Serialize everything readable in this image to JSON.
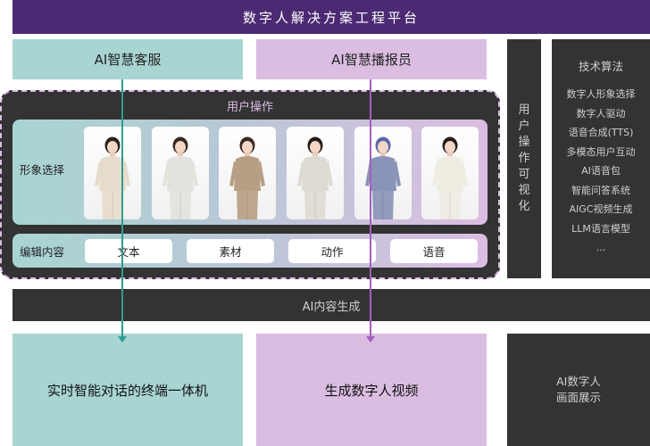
{
  "title": "数字人解决方案工程平台",
  "top_row": {
    "customer_service": "AI智慧客服",
    "broadcaster": "AI智慧播报员"
  },
  "visualization_column": {
    "chars": [
      "用",
      "户",
      "操",
      "作",
      "可",
      "视",
      "化"
    ]
  },
  "algorithms": {
    "heading": "技术算法",
    "items": [
      "数字人形象选择",
      "数字人驱动",
      "语音合成(TTS)",
      "多模态用户互动",
      "AI语音包",
      "智能问答系统",
      "AIGC视频生成",
      "LLM语言模型",
      "..."
    ]
  },
  "user_operation": {
    "title": "用户操作",
    "avatar_select_label": "形象选择",
    "avatars": [
      {
        "name": "avatar-cream-suit-tablet",
        "outfit": "#e6dccd",
        "hair": "#2a211c"
      },
      {
        "name": "avatar-white-suit-fist",
        "outfit": "#e4e2dc",
        "hair": "#3a2a22"
      },
      {
        "name": "avatar-tan-suit-thumbs",
        "outfit": "#b79f86",
        "hair": "#3a2a22"
      },
      {
        "name": "avatar-blouse-gray-skirt",
        "outfit": "#dedbd5",
        "hair": "#241c18"
      },
      {
        "name": "avatar-silver-cyber",
        "outfit": "#8a93b8",
        "hair": "#5a66a8"
      },
      {
        "name": "avatar-white-heart-hanfu",
        "outfit": "#efece2",
        "hair": "#241c18"
      }
    ],
    "edit_content_label": "编辑内容",
    "edit_buttons": [
      "文本",
      "素材",
      "动作",
      "语音"
    ]
  },
  "generation_bar": "AI内容生成",
  "bottom_row": {
    "terminal": "实时智能对话的终端一体机",
    "video": "生成数字人视频",
    "display_line1": "AI数字人",
    "display_line2": "画面展示"
  },
  "colors": {
    "title_bg": "#4b2a73",
    "teal": "#a8d5d2",
    "lilac": "#dbbde2",
    "dark": "#333333",
    "teal_line": "#2f9e8f",
    "purple_line": "#a45fbe"
  }
}
